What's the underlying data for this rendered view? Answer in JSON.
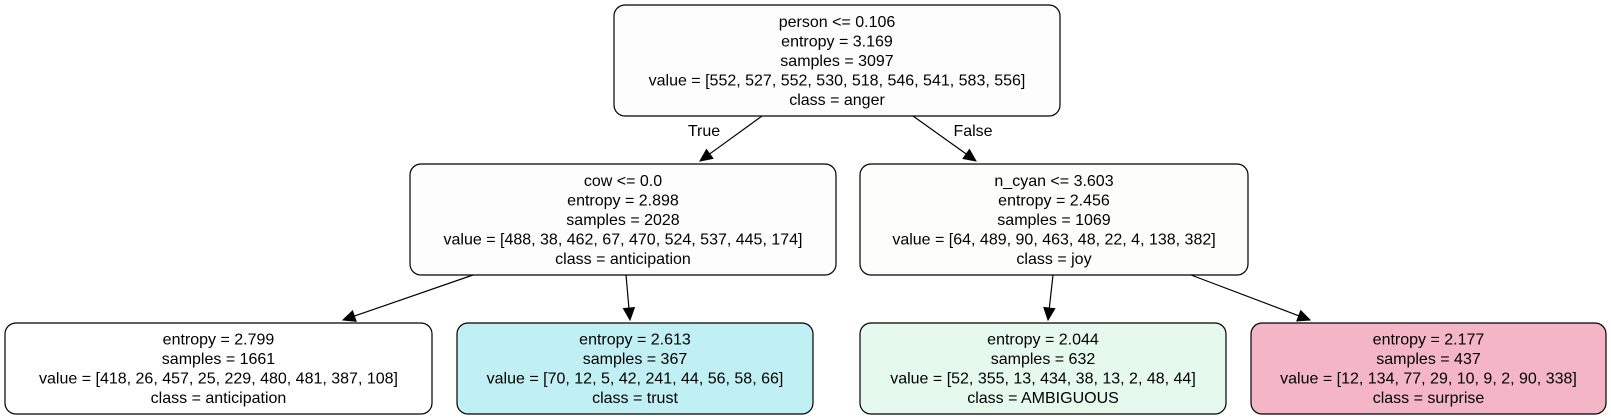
{
  "nodes": [
    {
      "id": "root",
      "fill": "#fdfdfd",
      "lines": [
        "person <= 0.106",
        "entropy = 3.169",
        "samples = 3097",
        "value = [552, 527, 552, 530, 518, 546, 541, 583, 556]",
        "class = anger"
      ]
    },
    {
      "id": "left",
      "fill": "#fdfdfd",
      "lines": [
        "cow <= 0.0",
        "entropy = 2.898",
        "samples = 2028",
        "value = [488, 38, 462, 67, 470, 524, 537, 445, 174]",
        "class = anticipation"
      ]
    },
    {
      "id": "right",
      "fill": "#fdfef9",
      "lines": [
        "n_cyan <= 3.603",
        "entropy = 2.456",
        "samples = 1069",
        "value = [64, 489, 90, 463, 48, 22, 4, 138, 382]",
        "class = joy"
      ]
    },
    {
      "id": "ll",
      "fill": "#ffffff",
      "lines": [
        "entropy = 2.799",
        "samples = 1661",
        "value = [418, 26, 457, 25, 229, 480, 481, 387, 108]",
        "class = anticipation"
      ]
    },
    {
      "id": "lr",
      "fill": "#c0f0f4",
      "lines": [
        "entropy = 2.613",
        "samples = 367",
        "value = [70, 12, 5, 42, 241, 44, 56, 58, 66]",
        "class = trust"
      ]
    },
    {
      "id": "rl",
      "fill": "#e5faed",
      "lines": [
        "entropy = 2.044",
        "samples = 632",
        "value = [52, 355, 13, 434, 38, 13, 2, 48, 44]",
        "class = AMBIGUOUS"
      ]
    },
    {
      "id": "rr",
      "fill": "#f4b6c6",
      "lines": [
        "entropy = 2.177",
        "samples = 437",
        "value = [12, 134, 77, 29, 10, 9, 2, 90, 338]",
        "class = surprise"
      ]
    }
  ],
  "edges": [
    {
      "from": "root",
      "to": "left",
      "label": "True"
    },
    {
      "from": "root",
      "to": "right",
      "label": "False"
    },
    {
      "from": "left",
      "to": "ll",
      "label": ""
    },
    {
      "from": "left",
      "to": "lr",
      "label": ""
    },
    {
      "from": "right",
      "to": "rl",
      "label": ""
    },
    {
      "from": "right",
      "to": "rr",
      "label": ""
    }
  ]
}
